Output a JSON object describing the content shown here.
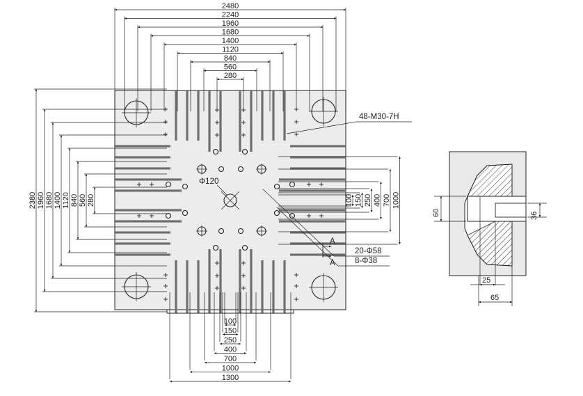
{
  "plan_view": {
    "top_dims": [
      "2480",
      "2240",
      "1960",
      "1680",
      "1400",
      "1120",
      "840",
      "560",
      "280"
    ],
    "left_dims": [
      "2380",
      "1960",
      "1680",
      "1400",
      "1120",
      "840",
      "560",
      "280"
    ],
    "bottom_dims": [
      "100",
      "150",
      "250",
      "400",
      "700",
      "1000",
      "1300"
    ],
    "right_dims": [
      "100",
      "150",
      "250",
      "400",
      "700",
      "1000"
    ],
    "center_hole": "Φ120",
    "callouts": {
      "threaded_holes": "48-M30-7H",
      "holes_58": "20-Φ58",
      "holes_38": "8-Φ38"
    },
    "section_marker": "A"
  },
  "section_view": {
    "dim_60": "60",
    "dim_36": "36",
    "dim_25": "25",
    "dim_65": "65"
  }
}
